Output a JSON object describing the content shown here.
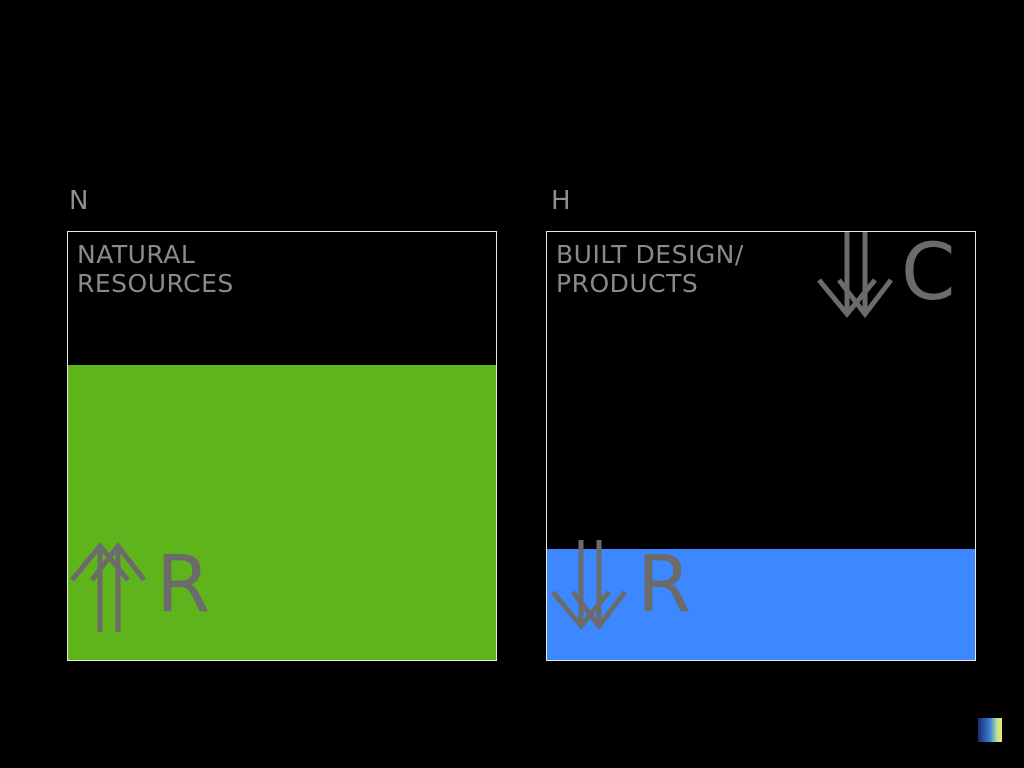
{
  "left_panel": {
    "letter": "N",
    "title": "NATURAL\nRESOURCES",
    "fill_color": "#5fb41b",
    "fill_level": 0.69,
    "symbol": {
      "arrows": "up-up",
      "letter": "R"
    }
  },
  "right_panel": {
    "letter": "H",
    "title": "BUILT DESIGN/\nPRODUCTS",
    "fill_color": "#3d87ff",
    "fill_level": 0.26,
    "symbol_bottom": {
      "arrows": "down-down",
      "letter": "R"
    },
    "symbol_top": {
      "arrows": "down-down",
      "letter": "C"
    }
  },
  "colors": {
    "background": "#000000",
    "border": "#e8e8e8",
    "text": "#8a8a8a",
    "glyph": "#6b6b6b"
  },
  "corner_icon": "gradient-swatch-icon"
}
